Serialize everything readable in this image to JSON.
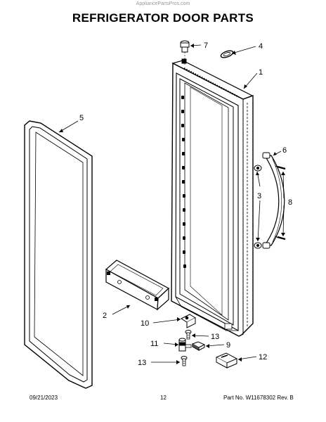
{
  "watermark": "AppliancePartsPros.com",
  "title": "REFRIGERATOR DOOR PARTS",
  "callouts": {
    "c1": "1",
    "c2": "2",
    "c3": "3",
    "c4": "4",
    "c5": "5",
    "c6": "6",
    "c7": "7",
    "c8": "8",
    "c9": "9",
    "c10": "10",
    "c11": "11",
    "c12": "12",
    "c13a": "13",
    "c13b": "13"
  },
  "footer": {
    "date": "09/21/2023",
    "page": "12",
    "part": "Part No.  W11678302  Rev. B"
  }
}
